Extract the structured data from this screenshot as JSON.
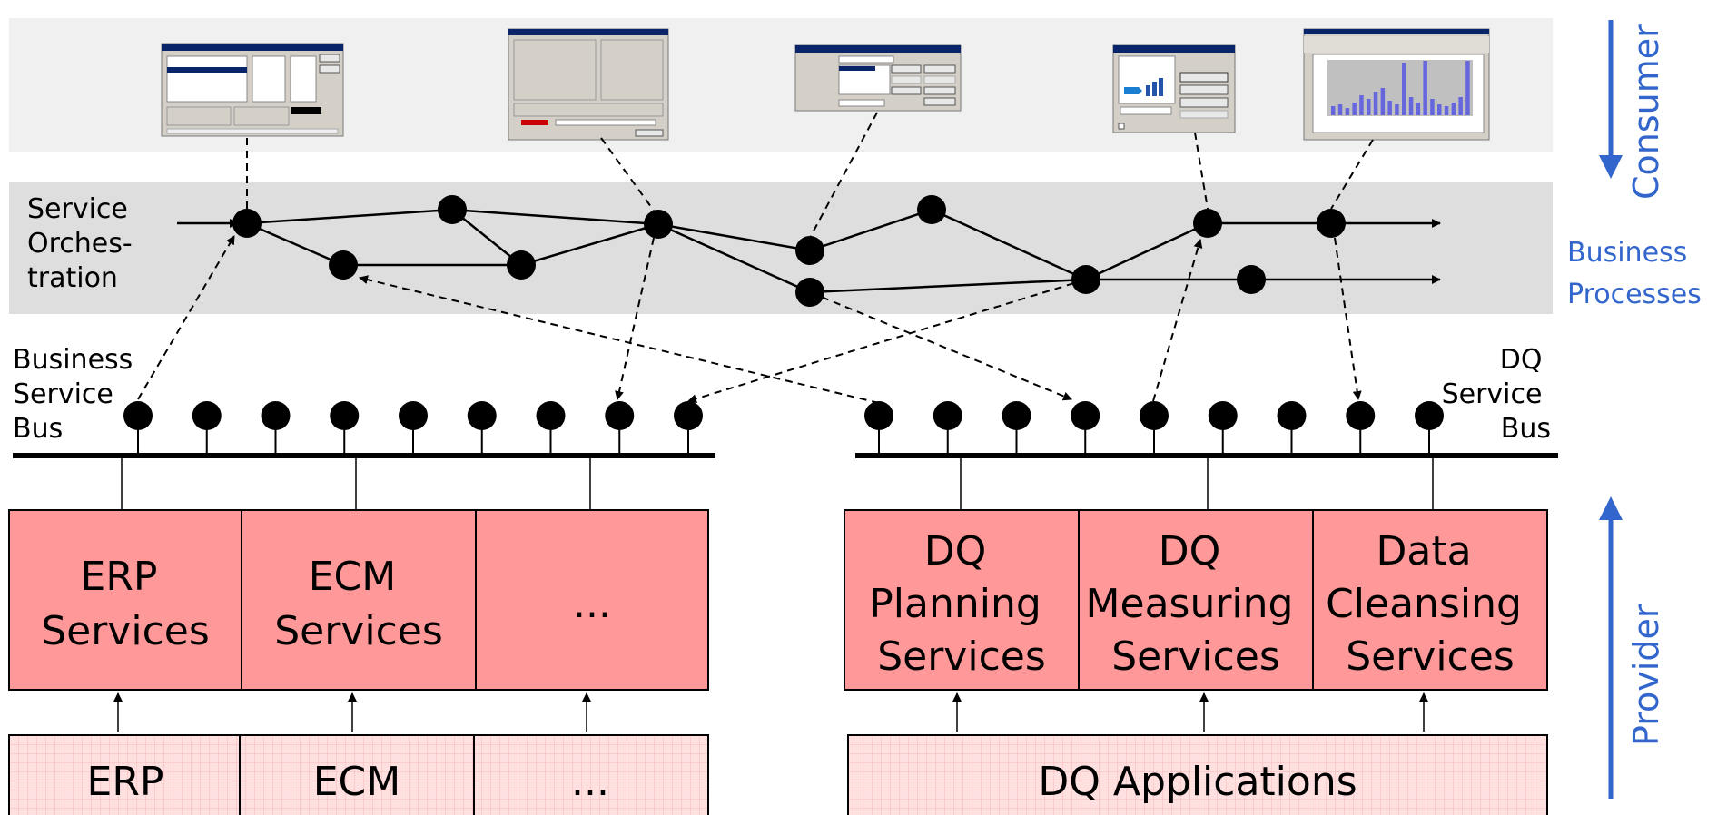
{
  "consumer_label": "Consumer",
  "provider_label": "Provider",
  "business_processes": [
    "Business",
    "Processes"
  ],
  "service_orchestration": [
    "Service",
    "Orches-",
    "tration"
  ],
  "business_service_bus": [
    "Business",
    "Service",
    "Bus"
  ],
  "dq_service_bus": [
    "DQ",
    "Service",
    "Bus"
  ],
  "service_boxes_left": [
    {
      "lines": [
        "ERP",
        "Services"
      ]
    },
    {
      "lines": [
        "ECM",
        "Services"
      ]
    },
    {
      "lines": [
        "..."
      ]
    }
  ],
  "service_boxes_right": [
    {
      "lines": [
        "DQ",
        "Planning",
        "Services"
      ]
    },
    {
      "lines": [
        "DQ",
        "Measuring",
        "Services"
      ]
    },
    {
      "lines": [
        "Data",
        "Cleansing",
        "Services"
      ]
    }
  ],
  "app_boxes_left": [
    "ERP",
    "ECM",
    "..."
  ],
  "app_box_right": "DQ Applications",
  "screenshots": [
    {
      "name": "font-dialog-screenshot"
    },
    {
      "name": "settings-dialog-screenshot"
    },
    {
      "name": "spelling-dialog-screenshot"
    },
    {
      "name": "background-dialog-screenshot"
    },
    {
      "name": "excel-chart-screenshot"
    }
  ],
  "colors": {
    "service_box": "#ff9999",
    "app_box": "#ffe0e0",
    "orchestration_band": "#dedede",
    "screenshot_band": "#f0f0f0",
    "accent_blue": "#3366cc"
  }
}
